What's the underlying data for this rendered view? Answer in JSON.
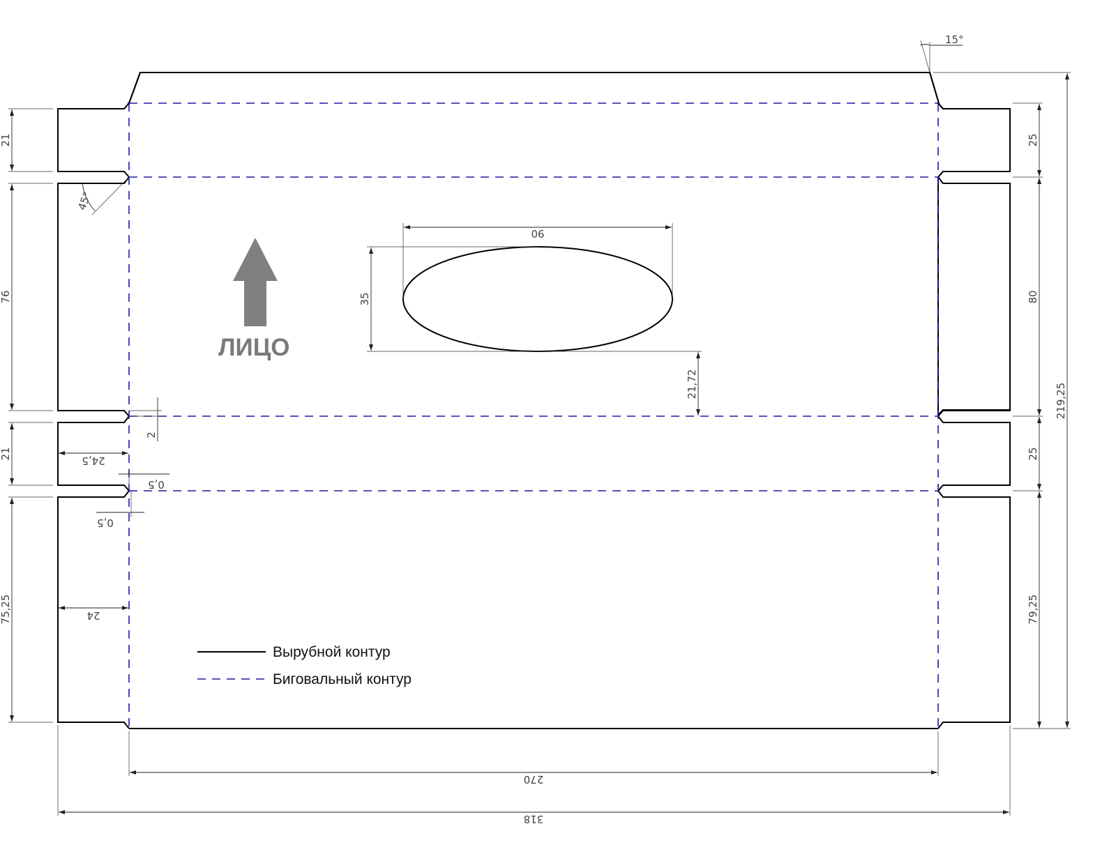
{
  "dimensions": {
    "top_tab_left": "21",
    "top_tab_right": "25",
    "top_panel_left": "76",
    "top_panel_right": "80",
    "middle_tab_left": "21",
    "middle_tab_right": "25",
    "bottom_panel_left": "75,25",
    "bottom_panel_right": "79,25",
    "overall_height": "219,25",
    "window_width": "90",
    "window_height": "35",
    "window_offset": "21,72",
    "tab_width_upper": "24,5",
    "tab_width_lower": "24",
    "notch_upper": "0,5",
    "notch_lower": "0,5",
    "crease_gap": "2",
    "inner_width": "270",
    "overall_width": "318",
    "angle_flap": "15°",
    "angle_tab": "45°"
  },
  "face_label": "ЛИЦО",
  "legend": {
    "cut_label": "Вырубной контур",
    "crease_label": "Биговальный контур"
  },
  "colors": {
    "cut_line": "#000000",
    "crease_line": "#1a1aa6",
    "arrow": "#808080"
  },
  "icons": {
    "face_arrow": "up-arrow-icon"
  }
}
